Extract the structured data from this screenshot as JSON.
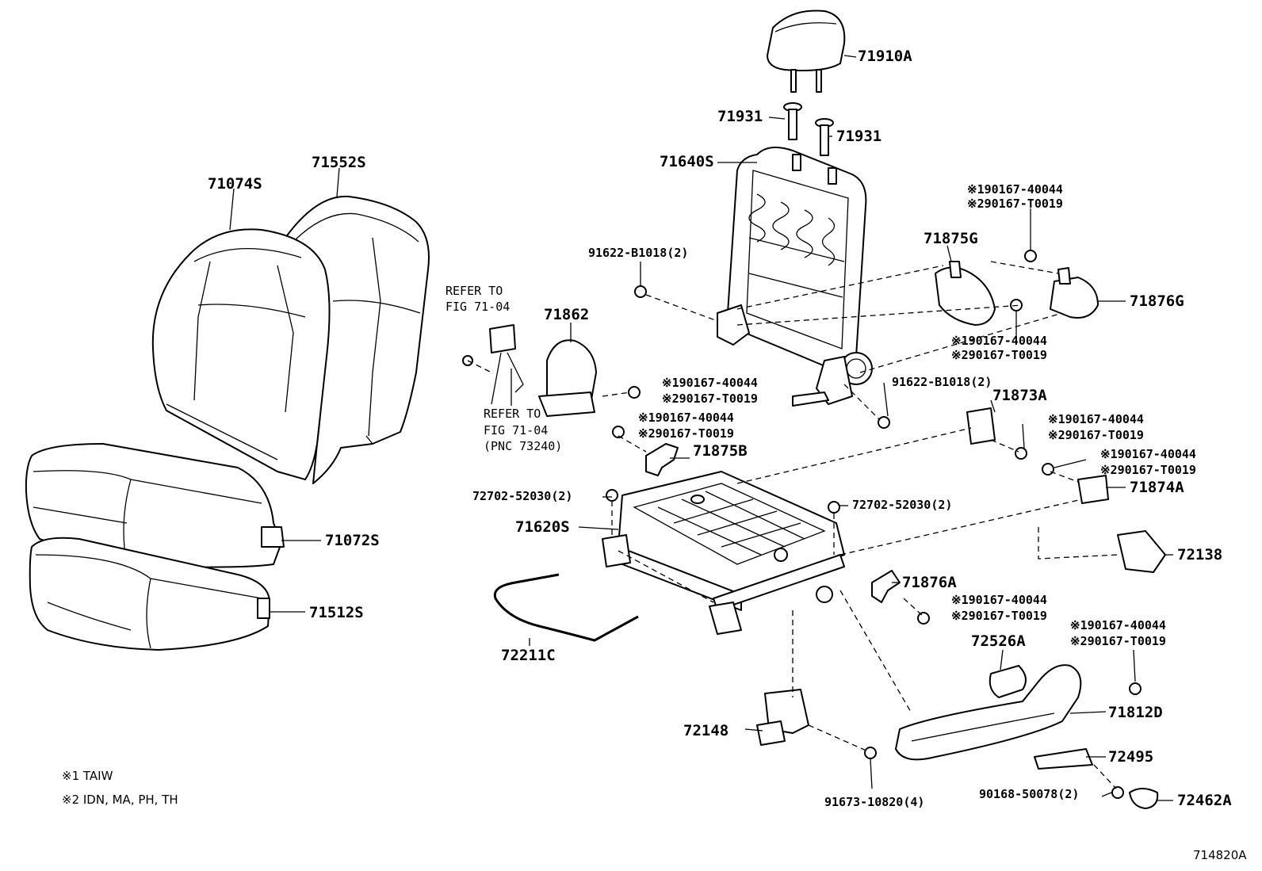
{
  "diagram_id": "714820A",
  "labels": {
    "p71910A": "71910A",
    "p71931a": "71931",
    "p71931b": "71931",
    "p71640S": "71640S",
    "p71552S": "71552S",
    "p71074S": "71074S",
    "p91622a": "91622-B1018(2)",
    "p71875G": "71875G",
    "p71876G": "71876G",
    "p71862": "71862",
    "p91622b": "91622-B1018(2)",
    "p71873A": "71873A",
    "p71875B": "71875B",
    "p71874A": "71874A",
    "p72702a": "72702-52030(2)",
    "p72702b": "72702-52030(2)",
    "p71620S": "71620S",
    "p71072S": "71072S",
    "p72138": "72138",
    "p71876A": "71876A",
    "p71512S": "71512S",
    "p72211C": "72211C",
    "p72526A": "72526A",
    "p71812D": "71812D",
    "p72148": "72148",
    "p72495": "72495",
    "p90168": "90168-50078(2)",
    "p72462A": "72462A",
    "p91673": "91673-10820(4)"
  },
  "bolt_codes": {
    "c1_a": "※190167-40044",
    "c2_a": "※290167-T0019",
    "c1_b": "※190167-40044",
    "c2_b": "※290167-T0019",
    "c1_c": "※190167-40044",
    "c2_c": "※290167-T0019",
    "c1_d": "※190167-40044",
    "c2_d": "※290167-T0019",
    "c1_e": "※190167-40044",
    "c2_e": "※290167-T0019",
    "c1_f": "※190167-40044",
    "c2_f": "※290167-T0019",
    "c1_g": "※190167-40044",
    "c2_g": "※290167-T0019",
    "c1_h": "※190167-40044",
    "c2_h": "※290167-T0019"
  },
  "refs": {
    "refer1_l1": "REFER TO",
    "refer1_l2": "FIG 71-04",
    "refer2_l1": "REFER TO",
    "refer2_l2": "FIG 71-04",
    "refer2_l3": "(PNC 73240)"
  },
  "legend": {
    "note1": "※1 TAIW",
    "note2": "※2 IDN, MA, PH, TH"
  }
}
